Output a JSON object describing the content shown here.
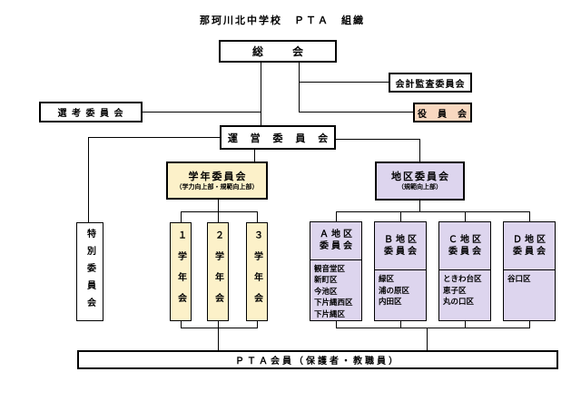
{
  "page": {
    "title": "那珂川北中学校　ＰＴＡ　組織"
  },
  "colors": {
    "grade_fill": "#fcf1c9",
    "district_fill": "#ddd5ee",
    "board_fill": "#f8d8c0",
    "line": "#000000"
  },
  "org": {
    "general_assembly": "総　会",
    "audit_committee": "会計監査委員会",
    "board": "役　員　会",
    "selection_committee": "選 考 委 員 会",
    "steering_committee": "運 営 委 員 会",
    "grade_committee": {
      "label": "学年委員会",
      "subtitle": "（学力向上部・規範向上部）"
    },
    "district_committee": {
      "label": "地区委員会",
      "subtitle": "（規範向上部）"
    },
    "special_committee": "特別委員会",
    "grade_groups": [
      {
        "label": "１学年会"
      },
      {
        "label": "２学年会"
      },
      {
        "label": "３学年会"
      }
    ],
    "district_groups": [
      {
        "line1": "Ａ地区",
        "line2": "委員会",
        "areas": [
          "観音堂区",
          "新町区",
          "今池区",
          "下片縄西区",
          "下片縄区"
        ]
      },
      {
        "line1": "Ｂ地区",
        "line2": "委員会",
        "areas": [
          "緑区",
          "浦の原区",
          "内田区"
        ]
      },
      {
        "line1": "Ｃ地区",
        "line2": "委員会",
        "areas": [
          "ときわ台区",
          "恵子区",
          "丸の口区"
        ]
      },
      {
        "line1": "Ｄ地区",
        "line2": "委員会",
        "areas": [
          "谷口区"
        ]
      }
    ],
    "members": "ＰＴＡ会員（保護者・教職員）"
  }
}
